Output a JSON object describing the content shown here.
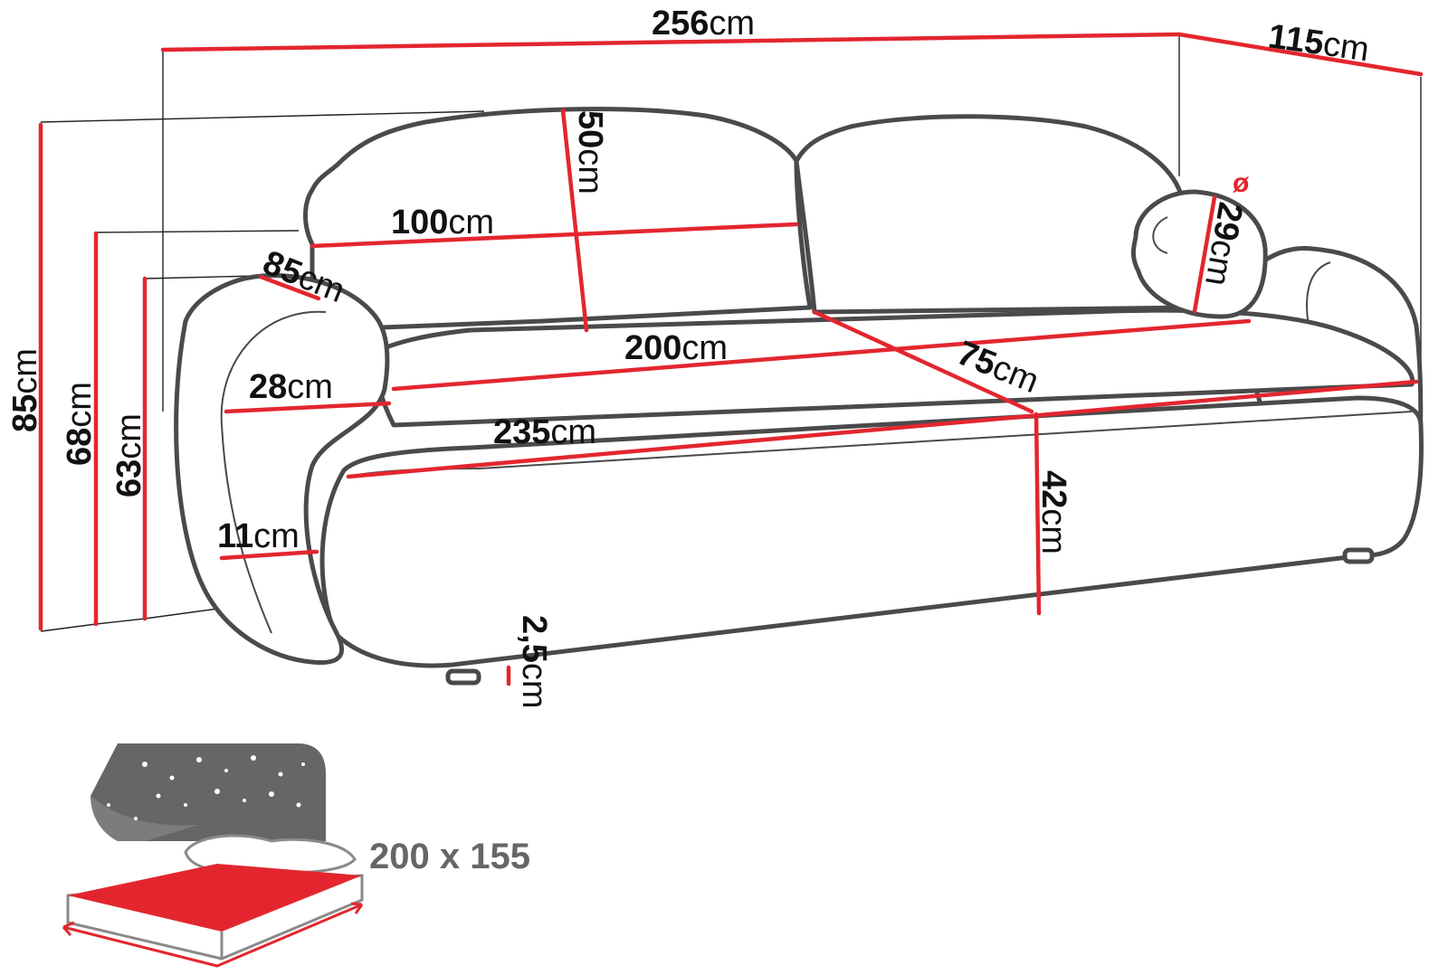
{
  "colors": {
    "measure": "#e3262e",
    "outline": "#4a4a4a",
    "bedding_fill": "#e3262e",
    "night_sky": "#666666"
  },
  "dimensions": {
    "total_width": {
      "value": "256",
      "unit": "cm"
    },
    "total_depth": {
      "value": "115",
      "unit": "cm"
    },
    "total_height": {
      "value": "85",
      "unit": "cm"
    },
    "back_height": {
      "value": "50",
      "unit": "cm"
    },
    "back_width": {
      "value": "100",
      "unit": "cm"
    },
    "armrest_length": {
      "value": "85",
      "unit": "cm"
    },
    "armrest_height": {
      "value": "68",
      "unit": "cm"
    },
    "arm_top_height": {
      "value": "63",
      "unit": "cm"
    },
    "armrest_width": {
      "value": "28",
      "unit": "cm"
    },
    "arm_bottom": {
      "value": "11",
      "unit": "cm"
    },
    "seat_width": {
      "value": "200",
      "unit": "cm"
    },
    "seat_depth": {
      "value": "75",
      "unit": "cm"
    },
    "seat_front": {
      "value": "235",
      "unit": "cm"
    },
    "seat_height": {
      "value": "42",
      "unit": "cm"
    },
    "leg_height": {
      "value": "2,5",
      "unit": "cm"
    },
    "pillow_diameter": {
      "symbol": "ø",
      "value": "29",
      "unit": "cm"
    }
  },
  "sleeping_area": {
    "label": "200 x 155",
    "icon": "bed-with-stars-icon"
  }
}
